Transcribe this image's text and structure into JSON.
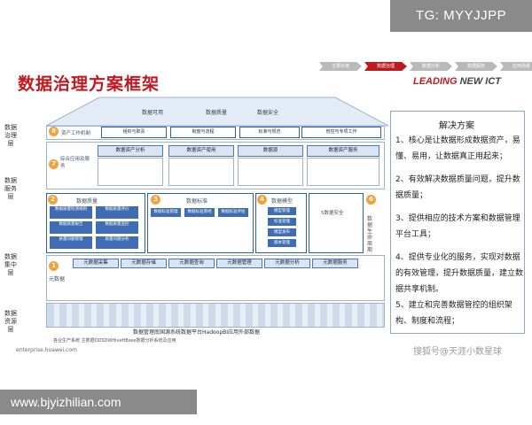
{
  "watermark_tg": "TG: MYYJJPP",
  "title": "数据治理方案框架",
  "steps": [
    "主要价值",
    "数据治理",
    "数据分析",
    "数据服务",
    "应用场景"
  ],
  "brand": {
    "a": "LEADING ",
    "b": "NEW ICT"
  },
  "roof_words": [
    "数据可用",
    "数据质量",
    "数据安全"
  ],
  "side_labels": {
    "l1": "数据治理层",
    "l2": "数据服务层",
    "l3": "数据集中层",
    "l4": "数据资源层"
  },
  "row1": {
    "num": "8",
    "label": "资产工作机制",
    "boxes": [
      "组织与职责",
      "制度与流程",
      "标准与规范",
      "管控与专项工作"
    ]
  },
  "row2": {
    "num": "7",
    "label": "综合应用及服务",
    "boxes": [
      "数据资产分析",
      "数据资产使用",
      "数据源",
      "数据资产服务"
    ]
  },
  "row3": {
    "dq": {
      "num": "2",
      "title": "数据质量",
      "items": [
        "数据质量检测规则",
        "数据质量评价",
        "数据质量报告",
        "数据质量监控",
        "质量问题管理",
        "质量问题分析"
      ]
    },
    "ds": {
      "num": "3",
      "title": "数据标准",
      "items": [
        "数据标准管理",
        "数据标准落地",
        "数据标准评估"
      ]
    },
    "dm": {
      "num": "4",
      "title": "数据模型",
      "items": [
        "模型管理",
        "标准管理",
        "模型发布",
        "版本管理"
      ]
    },
    "sec": {
      "num": "5",
      "title": "5数据安全",
      "num6": "6"
    },
    "lifecycle": "数据生命周期"
  },
  "row4": {
    "num": "1",
    "label": "元数据",
    "cols": [
      "元数据采集",
      "元数据存储",
      "元数据查询",
      "元数据管理",
      "元数据分析",
      "元数据服务"
    ]
  },
  "foot1": "数据管理底国源系统数据平台HadoopBI应用外部数据",
  "foot2": "各业生产系统 主数据ODSDWHiveHBase数据分析系统及应用",
  "foot3": "enterprise.huawei.com",
  "solution": {
    "title": "解决方案",
    "points": [
      "1、核心是让数据形成数据资产，易懂、易用，让数据真正用起来；",
      "2、有效解决数据质量问题，提升数据质量；",
      "3、提供相应的技术方案和数据管理平台工具；",
      "4、提供专业化的服务，实现对数据的有效管理，提升数据质量，建立数据共享机制。",
      "5、建立和完善数据管控的组织架构、制度和流程；"
    ]
  },
  "sohu": "搜狐号@天涯小数星球",
  "website": "www.bjyizhilian.com"
}
